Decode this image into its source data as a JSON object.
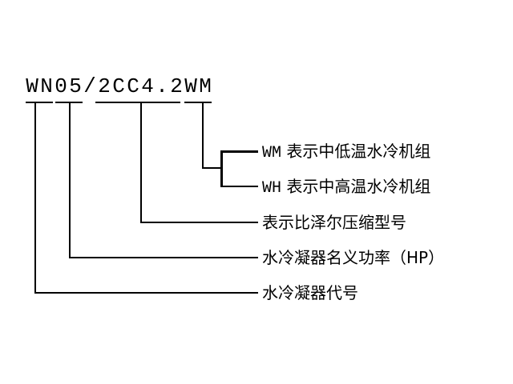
{
  "model_code": {
    "characters": [
      "W",
      "N",
      "0",
      "5",
      "/",
      "2",
      "C",
      "C",
      "4",
      ".",
      "2",
      "W",
      "M"
    ]
  },
  "legend": {
    "wm": {
      "code": "WM",
      "text": "表示中低温水冷机组"
    },
    "wh": {
      "code": "WH",
      "text": "表示中高温水冷机组"
    },
    "compressor": {
      "text": "表示比泽尔压缩型号"
    },
    "power": {
      "text": "水冷凝器名义功率（HP）"
    },
    "condenser": {
      "text": "水冷凝器代号"
    }
  }
}
